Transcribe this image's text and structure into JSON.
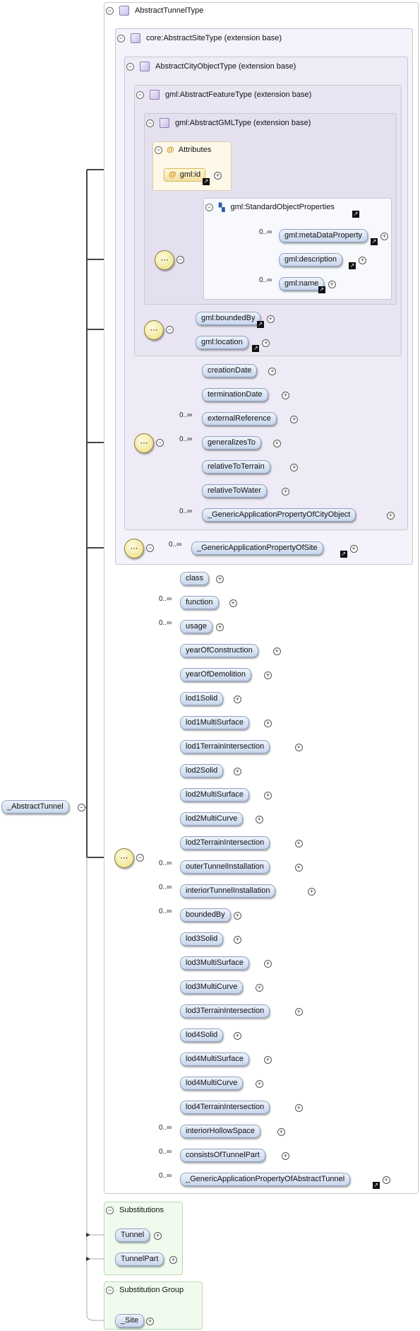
{
  "root_element": "_AbstractTunnel",
  "type_box": {
    "title": "AbstractTunnelType",
    "site_type": "core:AbstractSiteType (extension base)",
    "city_object_type": "AbstractCityObjectType (extension base)",
    "feature_type": "gml:AbstractFeatureType (extension base)",
    "gml_type": "gml:AbstractGMLType (extension base)",
    "attributes_title": "Attributes",
    "attribute_id": "gml:id",
    "std_props_group": "gml:StandardObjectProperties",
    "std_props": [
      {
        "name": "gml:metaDataProperty",
        "mult": "0..∞"
      },
      {
        "name": "gml:description",
        "mult": ""
      },
      {
        "name": "gml:name",
        "mult": "0..∞"
      }
    ],
    "feature_props": [
      {
        "name": "gml:boundedBy",
        "mult": ""
      },
      {
        "name": "gml:location",
        "mult": ""
      }
    ],
    "city_object_props": [
      {
        "name": "creationDate",
        "mult": ""
      },
      {
        "name": "terminationDate",
        "mult": ""
      },
      {
        "name": "externalReference",
        "mult": "0..∞"
      },
      {
        "name": "generalizesTo",
        "mult": "0..∞"
      },
      {
        "name": "relativeToTerrain",
        "mult": ""
      },
      {
        "name": "relativeToWater",
        "mult": ""
      },
      {
        "name": "_GenericApplicationPropertyOfCityObject",
        "mult": "0..∞"
      }
    ],
    "site_props": [
      {
        "name": "_GenericApplicationPropertyOfSite",
        "mult": "0..∞"
      }
    ],
    "tunnel_props": [
      {
        "name": "class",
        "mult": ""
      },
      {
        "name": "function",
        "mult": "0..∞"
      },
      {
        "name": "usage",
        "mult": "0..∞"
      },
      {
        "name": "yearOfConstruction",
        "mult": ""
      },
      {
        "name": "yearOfDemolition",
        "mult": ""
      },
      {
        "name": "lod1Solid",
        "mult": ""
      },
      {
        "name": "lod1MultiSurface",
        "mult": ""
      },
      {
        "name": "lod1TerrainIntersection",
        "mult": ""
      },
      {
        "name": "lod2Solid",
        "mult": ""
      },
      {
        "name": "lod2MultiSurface",
        "mult": ""
      },
      {
        "name": "lod2MultiCurve",
        "mult": ""
      },
      {
        "name": "lod2TerrainIntersection",
        "mult": ""
      },
      {
        "name": "outerTunnelInstallation",
        "mult": "0..∞"
      },
      {
        "name": "interiorTunnelInstallation",
        "mult": "0..∞"
      },
      {
        "name": "boundedBy",
        "mult": "0..∞"
      },
      {
        "name": "lod3Solid",
        "mult": ""
      },
      {
        "name": "lod3MultiSurface",
        "mult": ""
      },
      {
        "name": "lod3MultiCurve",
        "mult": ""
      },
      {
        "name": "lod3TerrainIntersection",
        "mult": ""
      },
      {
        "name": "lod4Solid",
        "mult": ""
      },
      {
        "name": "lod4MultiSurface",
        "mult": ""
      },
      {
        "name": "lod4MultiCurve",
        "mult": ""
      },
      {
        "name": "lod4TerrainIntersection",
        "mult": ""
      },
      {
        "name": "interiorHollowSpace",
        "mult": "0..∞"
      },
      {
        "name": "consistsOfTunnelPart",
        "mult": "0..∞"
      },
      {
        "name": "_GenericApplicationPropertyOfAbstractTunnel",
        "mult": "0..∞"
      }
    ]
  },
  "substitutions": {
    "title": "Substitutions",
    "items": [
      "Tunnel",
      "TunnelPart"
    ]
  },
  "substitution_group": {
    "title": "Substitution Group",
    "items": [
      "_Site"
    ]
  },
  "colors": {
    "type_box_bg": "#f4f2fa",
    "substitutions_bg": "#f0fbee",
    "element_fill": "#d3dff1",
    "sequence_fill": "#f1e69a"
  }
}
